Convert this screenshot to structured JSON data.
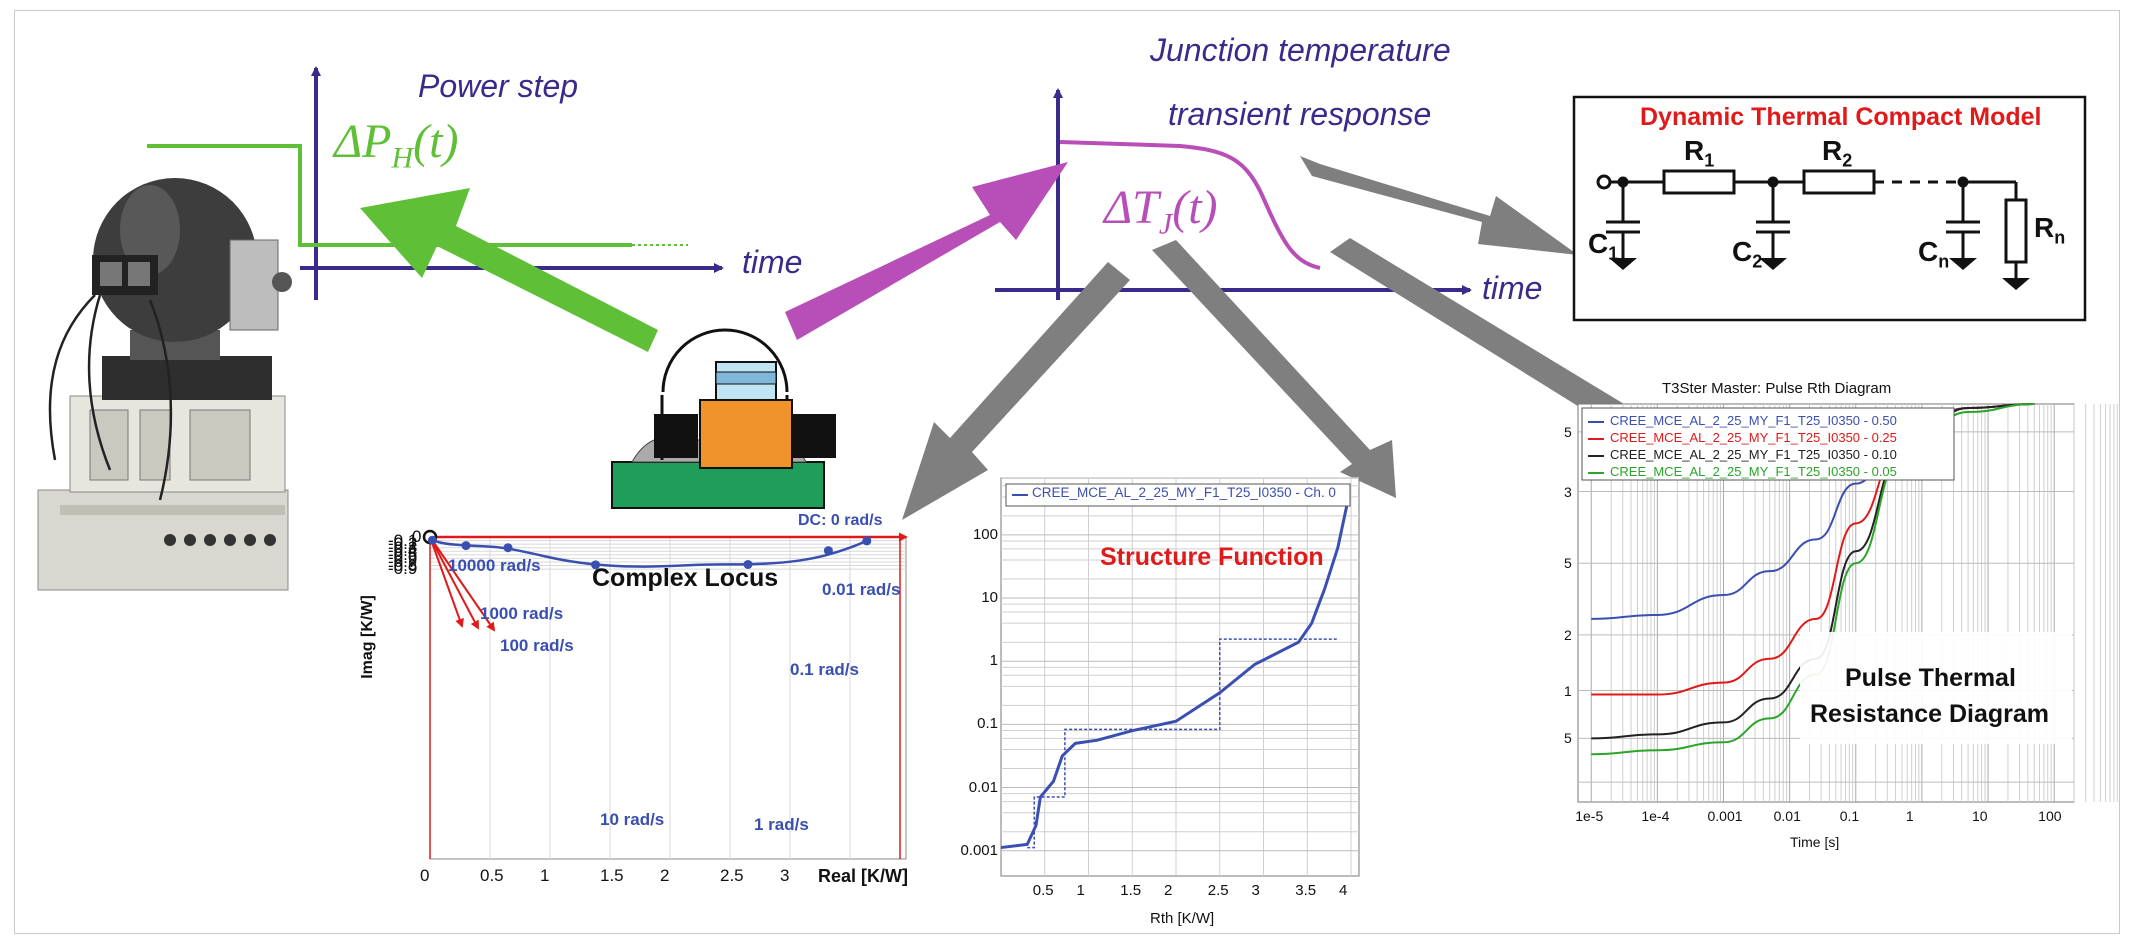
{
  "labels": {
    "power_step": "Power step",
    "time": "time",
    "junction_line1": "Junction temperature",
    "junction_line2": "transient response",
    "dtcm_title": "Dynamic Thermal Compact Model"
  },
  "circuit": {
    "resistors": [
      {
        "main": "R",
        "sub": "1"
      },
      {
        "main": "R",
        "sub": "2"
      },
      {
        "main": "R",
        "sub": "n"
      }
    ],
    "capacitors": [
      {
        "main": "C",
        "sub": "1"
      },
      {
        "main": "C",
        "sub": "2"
      },
      {
        "main": "C",
        "sub": "n"
      }
    ]
  },
  "colors": {
    "axis": "#3a2a8a",
    "power_green": "#5fbf36",
    "magenta": "#b84fb8",
    "grey_arrow": "#7f7f7f",
    "red_title": "#e01a1a",
    "curve_blue": "#3a4fb0",
    "chip_orange": "#f0932b",
    "board_green": "#1e9e5a"
  },
  "charts": {
    "complex_locus": {
      "title": "Complex Locus",
      "ylabel": "Imag [K/W]",
      "xlabel": "Real [K/W]",
      "dc_label": "DC: 0 rad/s",
      "x_ticks": [
        "0",
        "0.5",
        "1",
        "1.5",
        "2",
        "2.5",
        "3"
      ],
      "y_ticks": [
        "0",
        "-0.1",
        "-0.2",
        "-0.3",
        "-0.4",
        "-0.5",
        "-0.6",
        "-0.7",
        "-0.8",
        "-0.9"
      ],
      "annotations": [
        "10000 rad/s",
        "1000 rad/s",
        "100 rad/s",
        "10 rad/s",
        "1 rad/s",
        "0.1 rad/s",
        "0.01 rad/s"
      ]
    },
    "structure_function": {
      "title": "Structure Function",
      "legend": "CREE_MCE_AL_2_25_MY_F1_T25_I0350 - Ch. 0",
      "xlabel": "Rth  [K/W]",
      "x_ticks": [
        "0.5",
        "1",
        "1.5",
        "2",
        "2.5",
        "3",
        "3.5",
        "4"
      ],
      "y_ticks": [
        "100",
        "10",
        "1",
        "0.1",
        "0.01",
        "0.001"
      ]
    },
    "pulse": {
      "header": "T3Ster Master: Pulse Rth Diagram",
      "title_line1": "Pulse Thermal",
      "title_line2": "Resistance Diagram",
      "xlabel": "Time [s]",
      "x_ticks": [
        "1e-5",
        "1e-4",
        "0.001",
        "0.01",
        "0.1",
        "1",
        "10",
        "100"
      ],
      "y_ticks": [
        "5",
        "3",
        "5",
        "2",
        "1",
        "5"
      ],
      "legend": [
        {
          "label": "CREE_MCE_AL_2_25_MY_F1_T25_I0350 - 0.50",
          "color": "#3a4fb0"
        },
        {
          "label": "CREE_MCE_AL_2_25_MY_F1_T25_I0350 - 0.25",
          "color": "#e01a1a"
        },
        {
          "label": "CREE_MCE_AL_2_25_MY_F1_T25_I0350 - 0.10",
          "color": "#222222"
        },
        {
          "label": "CREE_MCE_AL_2_25_MY_F1_T25_I0350 - 0.05",
          "color": "#2aa52a"
        }
      ]
    }
  }
}
